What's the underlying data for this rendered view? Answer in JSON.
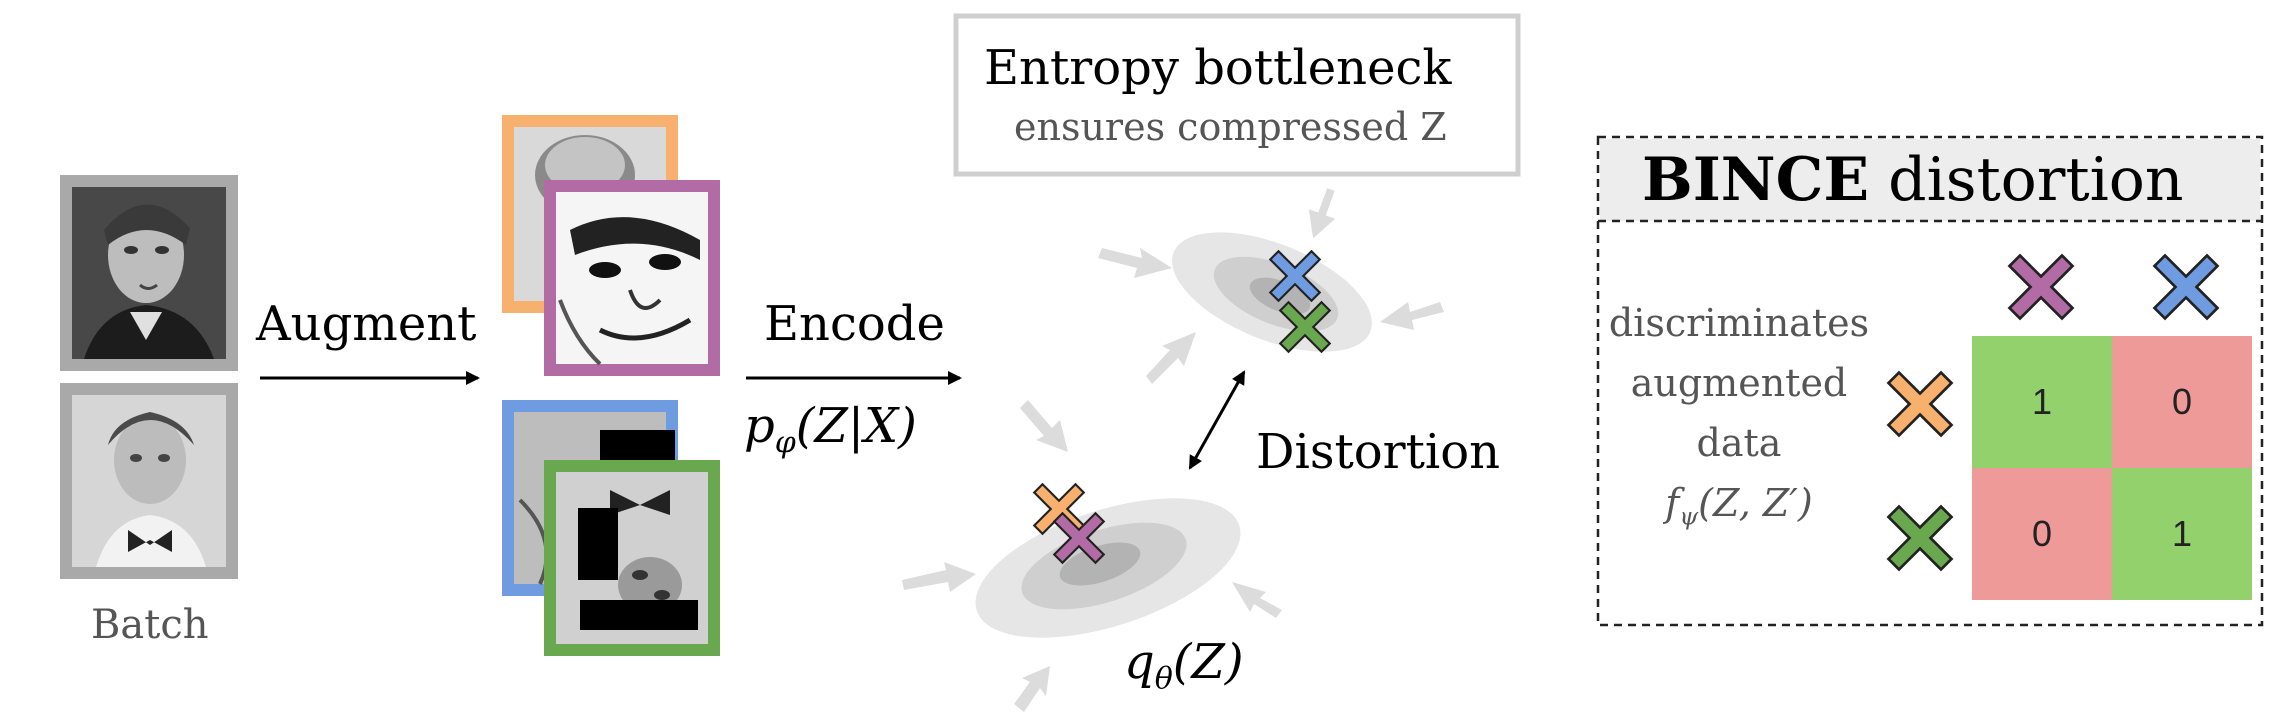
{
  "batch": {
    "label": "Batch"
  },
  "augment": {
    "label": "Augment"
  },
  "encode": {
    "label": "Encode",
    "formula_p": "p",
    "formula_sub": "φ",
    "formula_rest": "(Z|X)"
  },
  "bottleneck": {
    "title": "Entropy  bottleneck",
    "subtitle": "ensures compressed Z"
  },
  "distortion_label": "Distortion",
  "prior": {
    "q": "q",
    "sub": "θ",
    "rest": "(Z)"
  },
  "bince": {
    "title_bold": "BINCE",
    "title_rest": " distortion",
    "desc_lines": [
      "discriminates",
      "augmented",
      "data"
    ],
    "f": "f",
    "f_sub": "ψ",
    "f_rest": "(Z, Z′)",
    "matrix": [
      [
        "1",
        "0"
      ],
      [
        "0",
        "1"
      ]
    ]
  },
  "colors": {
    "orange": "#f7b06e",
    "purple": "#b36ba5",
    "blue": "#6f9be0",
    "green": "#6aa84f",
    "cell_green": "#92d16c",
    "cell_red": "#ee9a98",
    "frame_gray": "#a9a9a9",
    "text_gray": "#555555"
  }
}
